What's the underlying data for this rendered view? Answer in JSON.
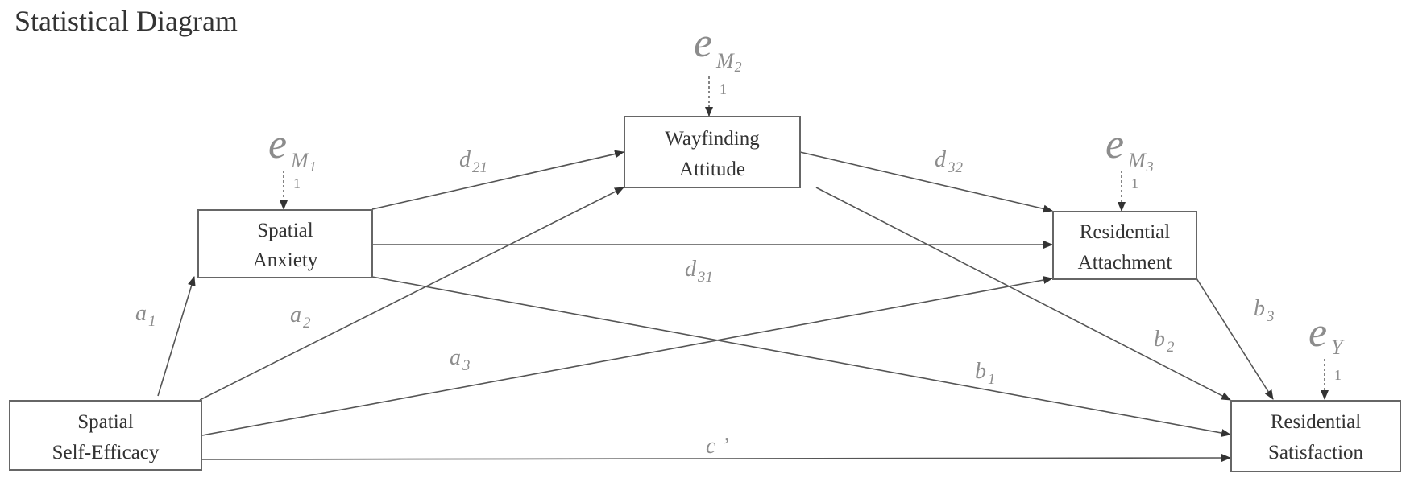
{
  "title": "Statistical Diagram",
  "nodes": {
    "spatial_self_efficacy": [
      "Spatial",
      "Self-Efficacy"
    ],
    "spatial_anxiety": [
      "Spatial",
      "Anxiety"
    ],
    "wayfinding_attitude": [
      "Wayfinding",
      "Attitude"
    ],
    "residential_attachment": [
      "Residential",
      "Attachment"
    ],
    "residential_satisfaction": [
      "Residential",
      "Satisfaction"
    ]
  },
  "paths": {
    "a1": {
      "base": "a",
      "sub": "1"
    },
    "a2": {
      "base": "a",
      "sub": "2"
    },
    "a3": {
      "base": "a",
      "sub": "3"
    },
    "d21": {
      "base": "d",
      "sub": "21"
    },
    "d31": {
      "base": "d",
      "sub": "31"
    },
    "d32": {
      "base": "d",
      "sub": "32"
    },
    "b1": {
      "base": "b",
      "sub": "1"
    },
    "b2": {
      "base": "b",
      "sub": "2"
    },
    "b3": {
      "base": "b",
      "sub": "3"
    },
    "c_prime": "c ’"
  },
  "errors": {
    "e_m1": {
      "e": "e",
      "var": "M",
      "sub": "1",
      "weight": "1"
    },
    "e_m2": {
      "e": "e",
      "var": "M",
      "sub": "2",
      "weight": "1"
    },
    "e_m3": {
      "e": "e",
      "var": "M",
      "sub": "3",
      "weight": "1"
    },
    "e_y": {
      "e": "e",
      "var": "Y",
      "sub": "",
      "weight": "1"
    }
  }
}
